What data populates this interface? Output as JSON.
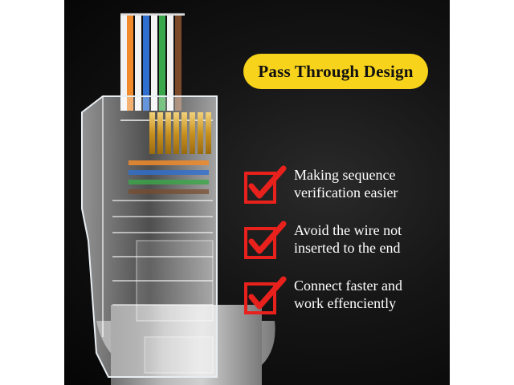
{
  "headline": "Pass Through Design",
  "features": [
    {
      "line1": "Making sequence",
      "line2": "verification easier",
      "icon": "red-checkmark-icon"
    },
    {
      "line1": "Avoid the wire not",
      "line2": "inserted to the end",
      "icon": "red-checkmark-icon"
    },
    {
      "line1": "Connect faster and",
      "line2": "work effenciently",
      "icon": "red-checkmark-icon"
    }
  ],
  "colors": {
    "background": "#0b0b0b",
    "headline_pill": "#f7d31b",
    "checkmark": "#e8211d",
    "text": "#ffffff"
  }
}
